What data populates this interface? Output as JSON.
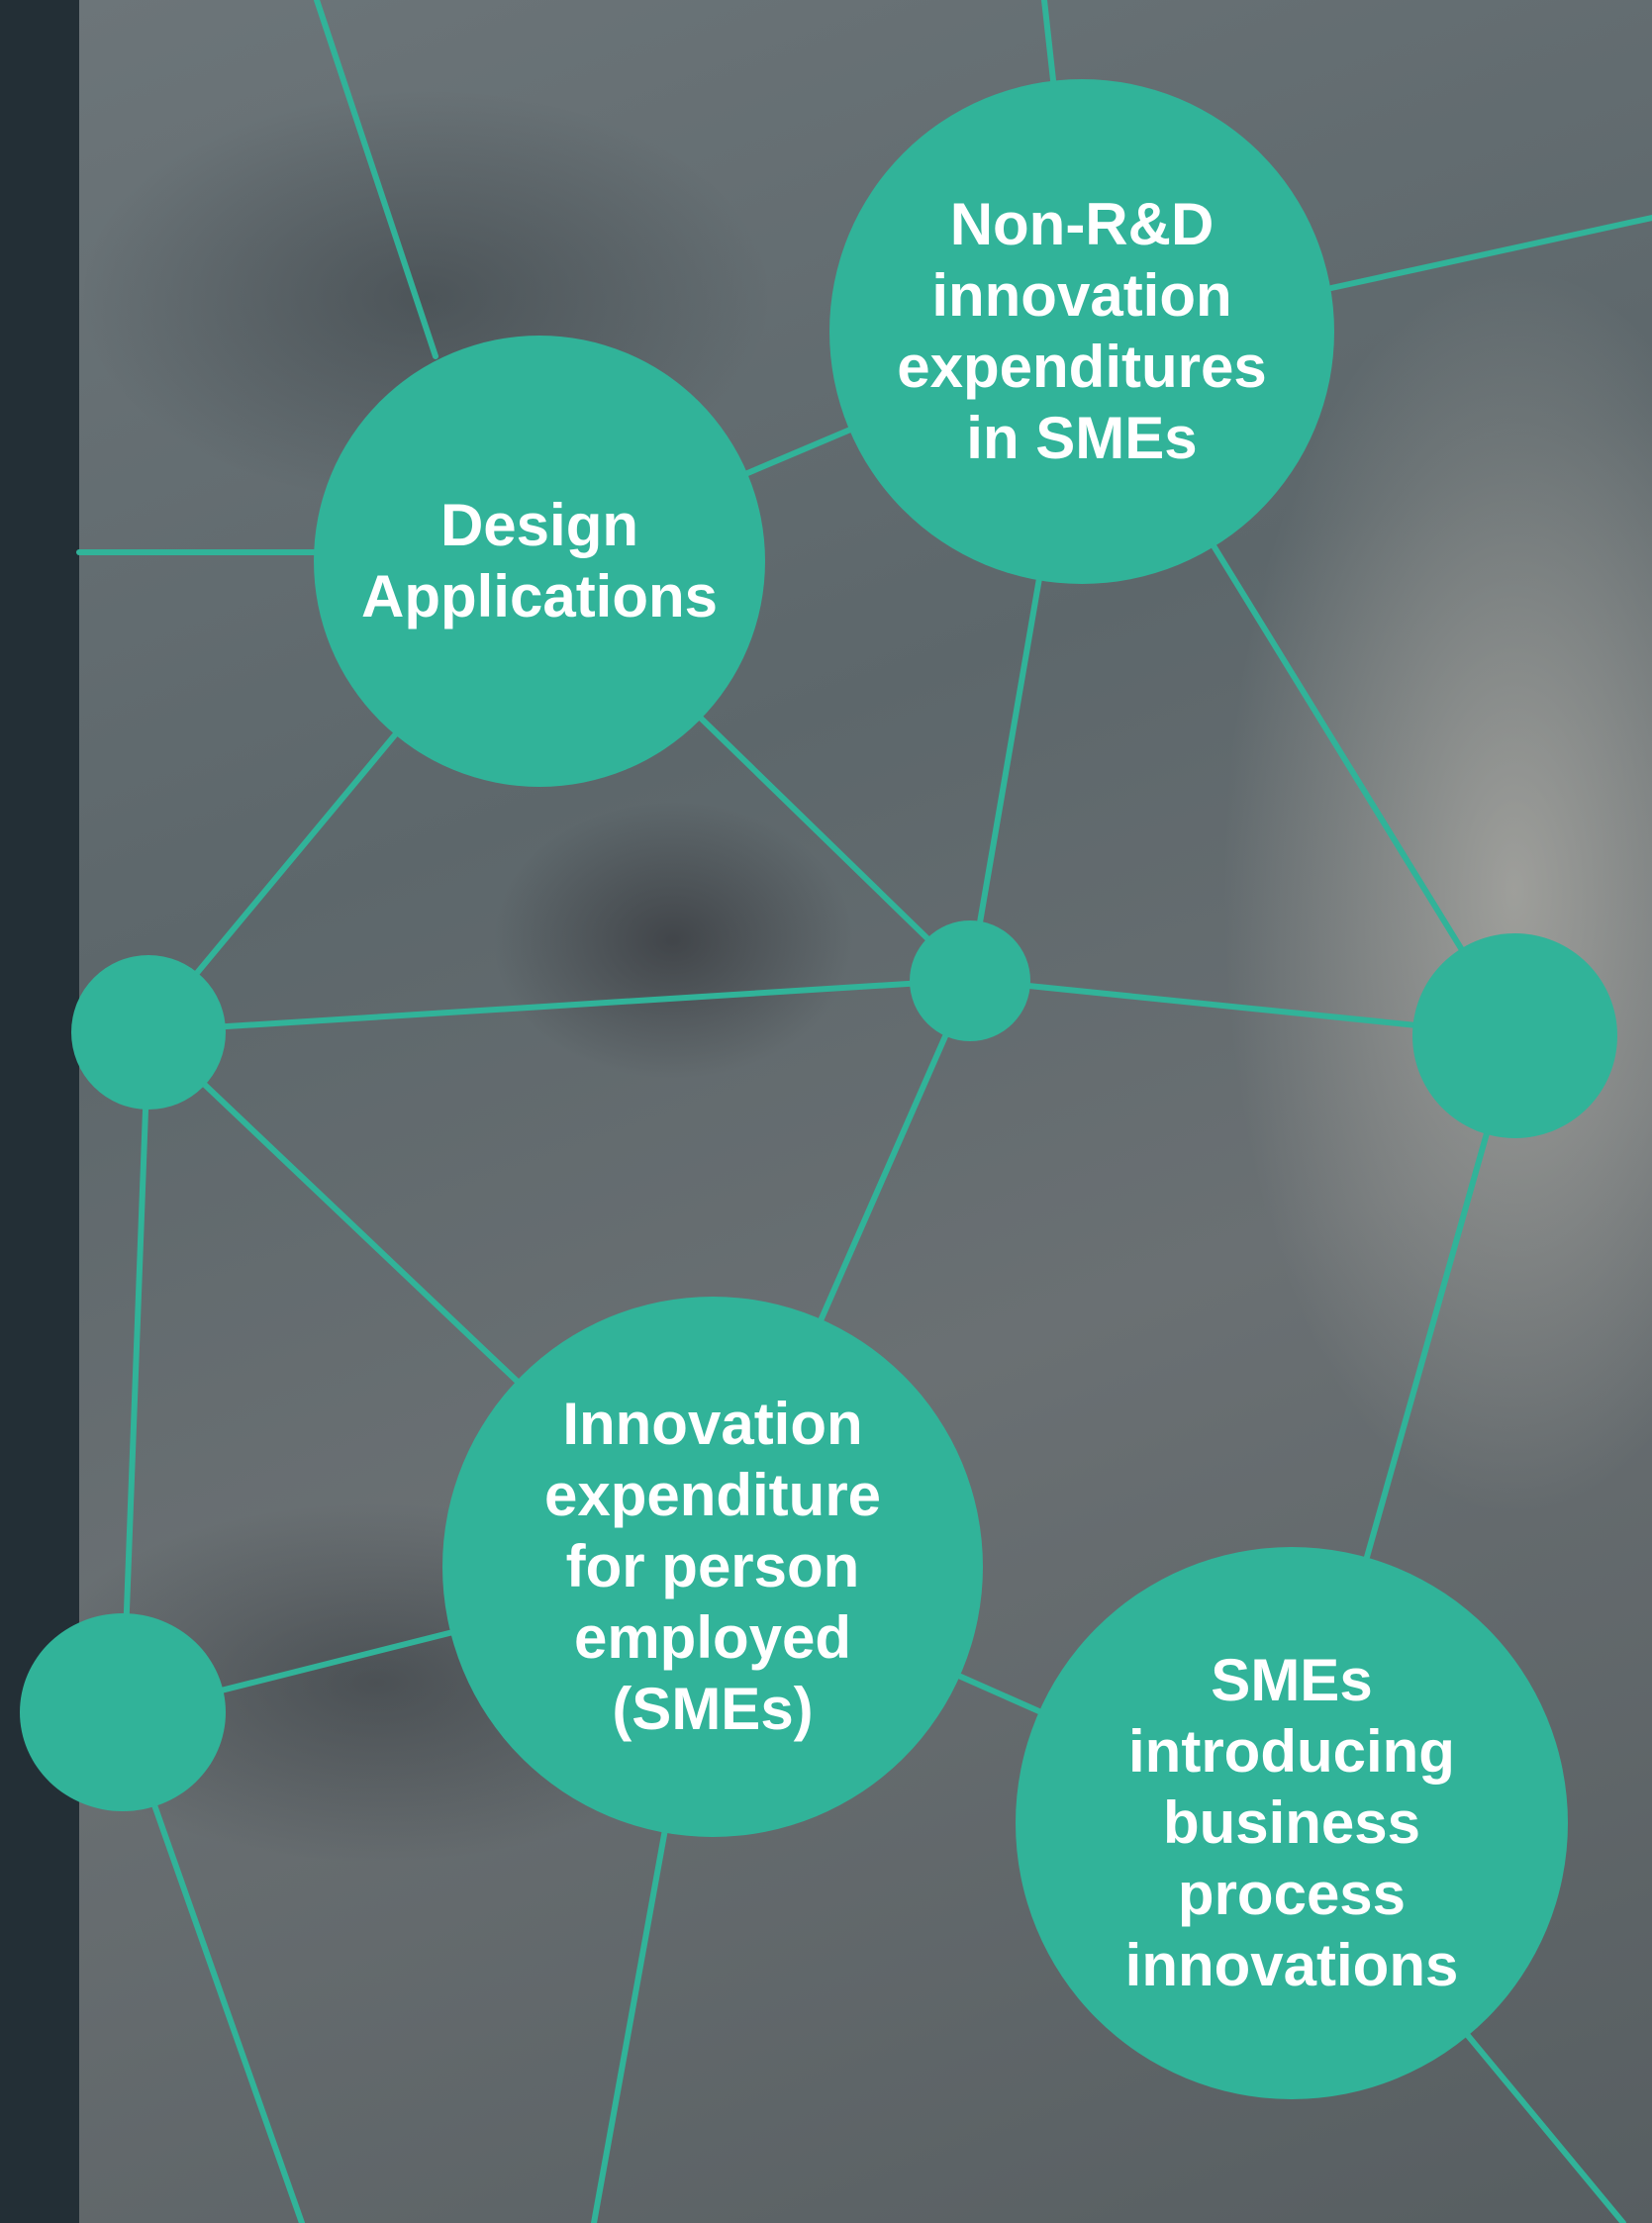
{
  "colors": {
    "node_fill": "#31b399",
    "edge": "#31b399",
    "left_bar": "#232f36",
    "label_text": "#ffffff"
  },
  "nodes": {
    "non_rnd": {
      "label": "Non-R&D\ninnovation\nexpenditures\nin SMEs"
    },
    "design": {
      "label": "Design\nApplications"
    },
    "innovation_expenditure": {
      "label": "Innovation\nexpenditure\nfor person\nemployed\n(SMEs)"
    },
    "smes_business": {
      "label": "SMEs\nintroducing\nbusiness\nprocess\ninnovations"
    }
  }
}
